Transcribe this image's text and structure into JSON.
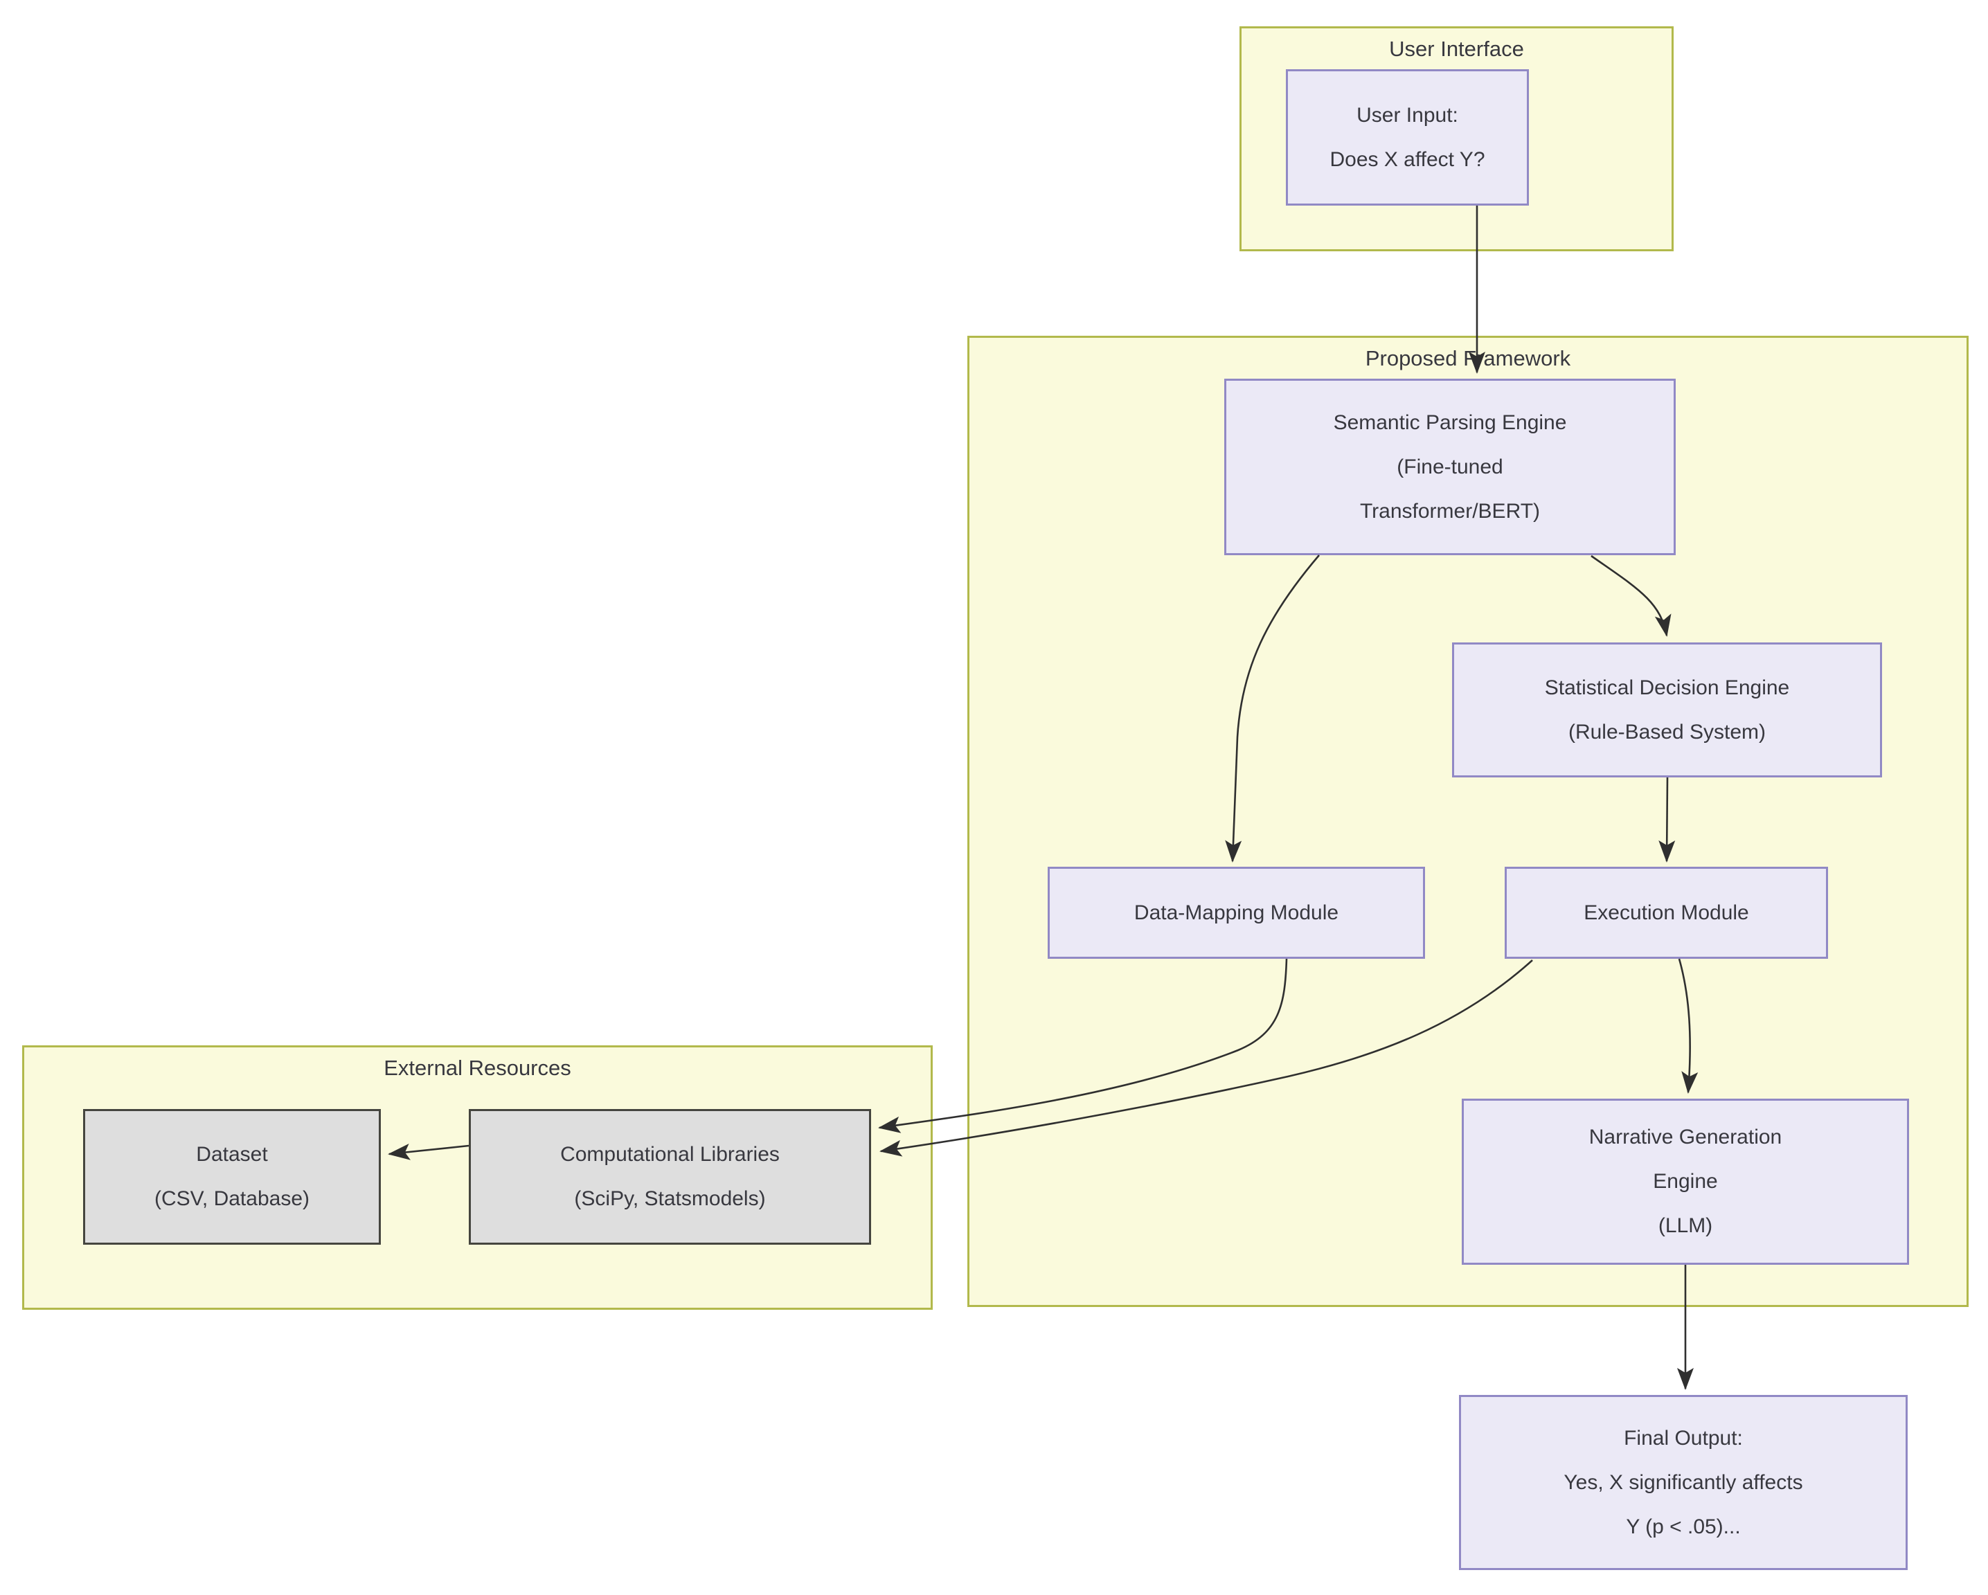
{
  "diagram": {
    "containers": {
      "user_interface": {
        "label": "User Interface"
      },
      "proposed_framework": {
        "label": "Proposed Framework"
      },
      "external_resources": {
        "label": "External Resources"
      }
    },
    "nodes": {
      "user_input": {
        "lines": [
          "User Input:",
          "Does X affect Y?"
        ]
      },
      "semantic_parsing": {
        "lines": [
          "Semantic Parsing Engine",
          "(Fine-tuned",
          "Transformer/BERT)"
        ]
      },
      "statistical_decision": {
        "lines": [
          "Statistical Decision Engine",
          "(Rule-Based System)"
        ]
      },
      "data_mapping": {
        "lines": [
          "Data-Mapping Module"
        ]
      },
      "execution": {
        "lines": [
          "Execution Module"
        ]
      },
      "narrative_generation": {
        "lines": [
          "Narrative Generation",
          "Engine",
          "(LLM)"
        ]
      },
      "final_output": {
        "lines": [
          "Final Output:",
          "Yes, X significantly affects",
          "Y (p < .05)..."
        ]
      },
      "dataset": {
        "lines": [
          "Dataset",
          "(CSV, Database)"
        ]
      },
      "computational_libraries": {
        "lines": [
          "Computational Libraries",
          "(SciPy, Statsmodels)"
        ]
      }
    },
    "edges": [
      {
        "from": "user_input",
        "to": "semantic_parsing"
      },
      {
        "from": "semantic_parsing",
        "to": "data_mapping"
      },
      {
        "from": "semantic_parsing",
        "to": "statistical_decision"
      },
      {
        "from": "statistical_decision",
        "to": "execution"
      },
      {
        "from": "data_mapping",
        "to": "computational_libraries"
      },
      {
        "from": "execution",
        "to": "computational_libraries"
      },
      {
        "from": "computational_libraries",
        "to": "dataset"
      },
      {
        "from": "execution",
        "to": "narrative_generation"
      },
      {
        "from": "narrative_generation",
        "to": "final_output"
      }
    ],
    "colors": {
      "background": "#ffffff",
      "container_fill": "#fafadc",
      "container_border": "#b2b94c",
      "node_fill": "#ebe9f6",
      "node_border": "#9189c5",
      "external_node_fill": "#dedede",
      "external_node_border": "#45453f",
      "edge": "#2f2f2f",
      "text": "#38383f"
    }
  }
}
